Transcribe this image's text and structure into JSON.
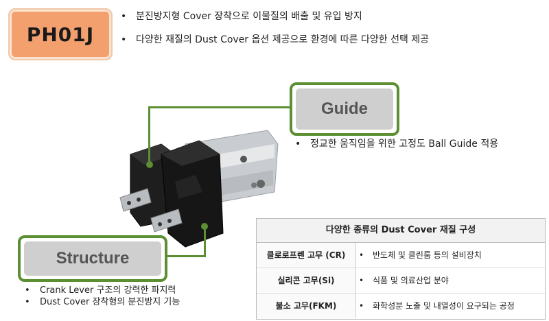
{
  "badge": {
    "label": "PH01J"
  },
  "top_bullets": [
    "분진방지형 Cover 장착으로 이물질의 배출 및 유입 방지",
    "다양한 재질의 Dust Cover 옵션 제공으로 환경에 따른 다양한 선택 제공"
  ],
  "guide": {
    "title": "Guide",
    "points": [
      "정교한 움직임을 위한 고정도 Ball Guide 적용"
    ]
  },
  "structure": {
    "title": "Structure",
    "points": [
      "Crank Lever 구조의 강력한 파지력",
      "Dust Cover 장착형의 분진방지 기능"
    ]
  },
  "cover_table": {
    "title": "다양한 종류의 Dust Cover 재질 구성",
    "rows": [
      {
        "material": "클로로프렌 고무 (CR)",
        "usage": "반도체 및 클린룸 등의 설비장치"
      },
      {
        "material": "실리콘 고무(Si)",
        "usage": "식품 및 의료산업 분야"
      },
      {
        "material": "불소 고무(FKM)",
        "usage": "화학성분 노출 및 내열성이 요구되는 공정"
      }
    ]
  },
  "colors": {
    "accent_green": "#5b8f32",
    "badge_orange": "#f4a06e"
  }
}
